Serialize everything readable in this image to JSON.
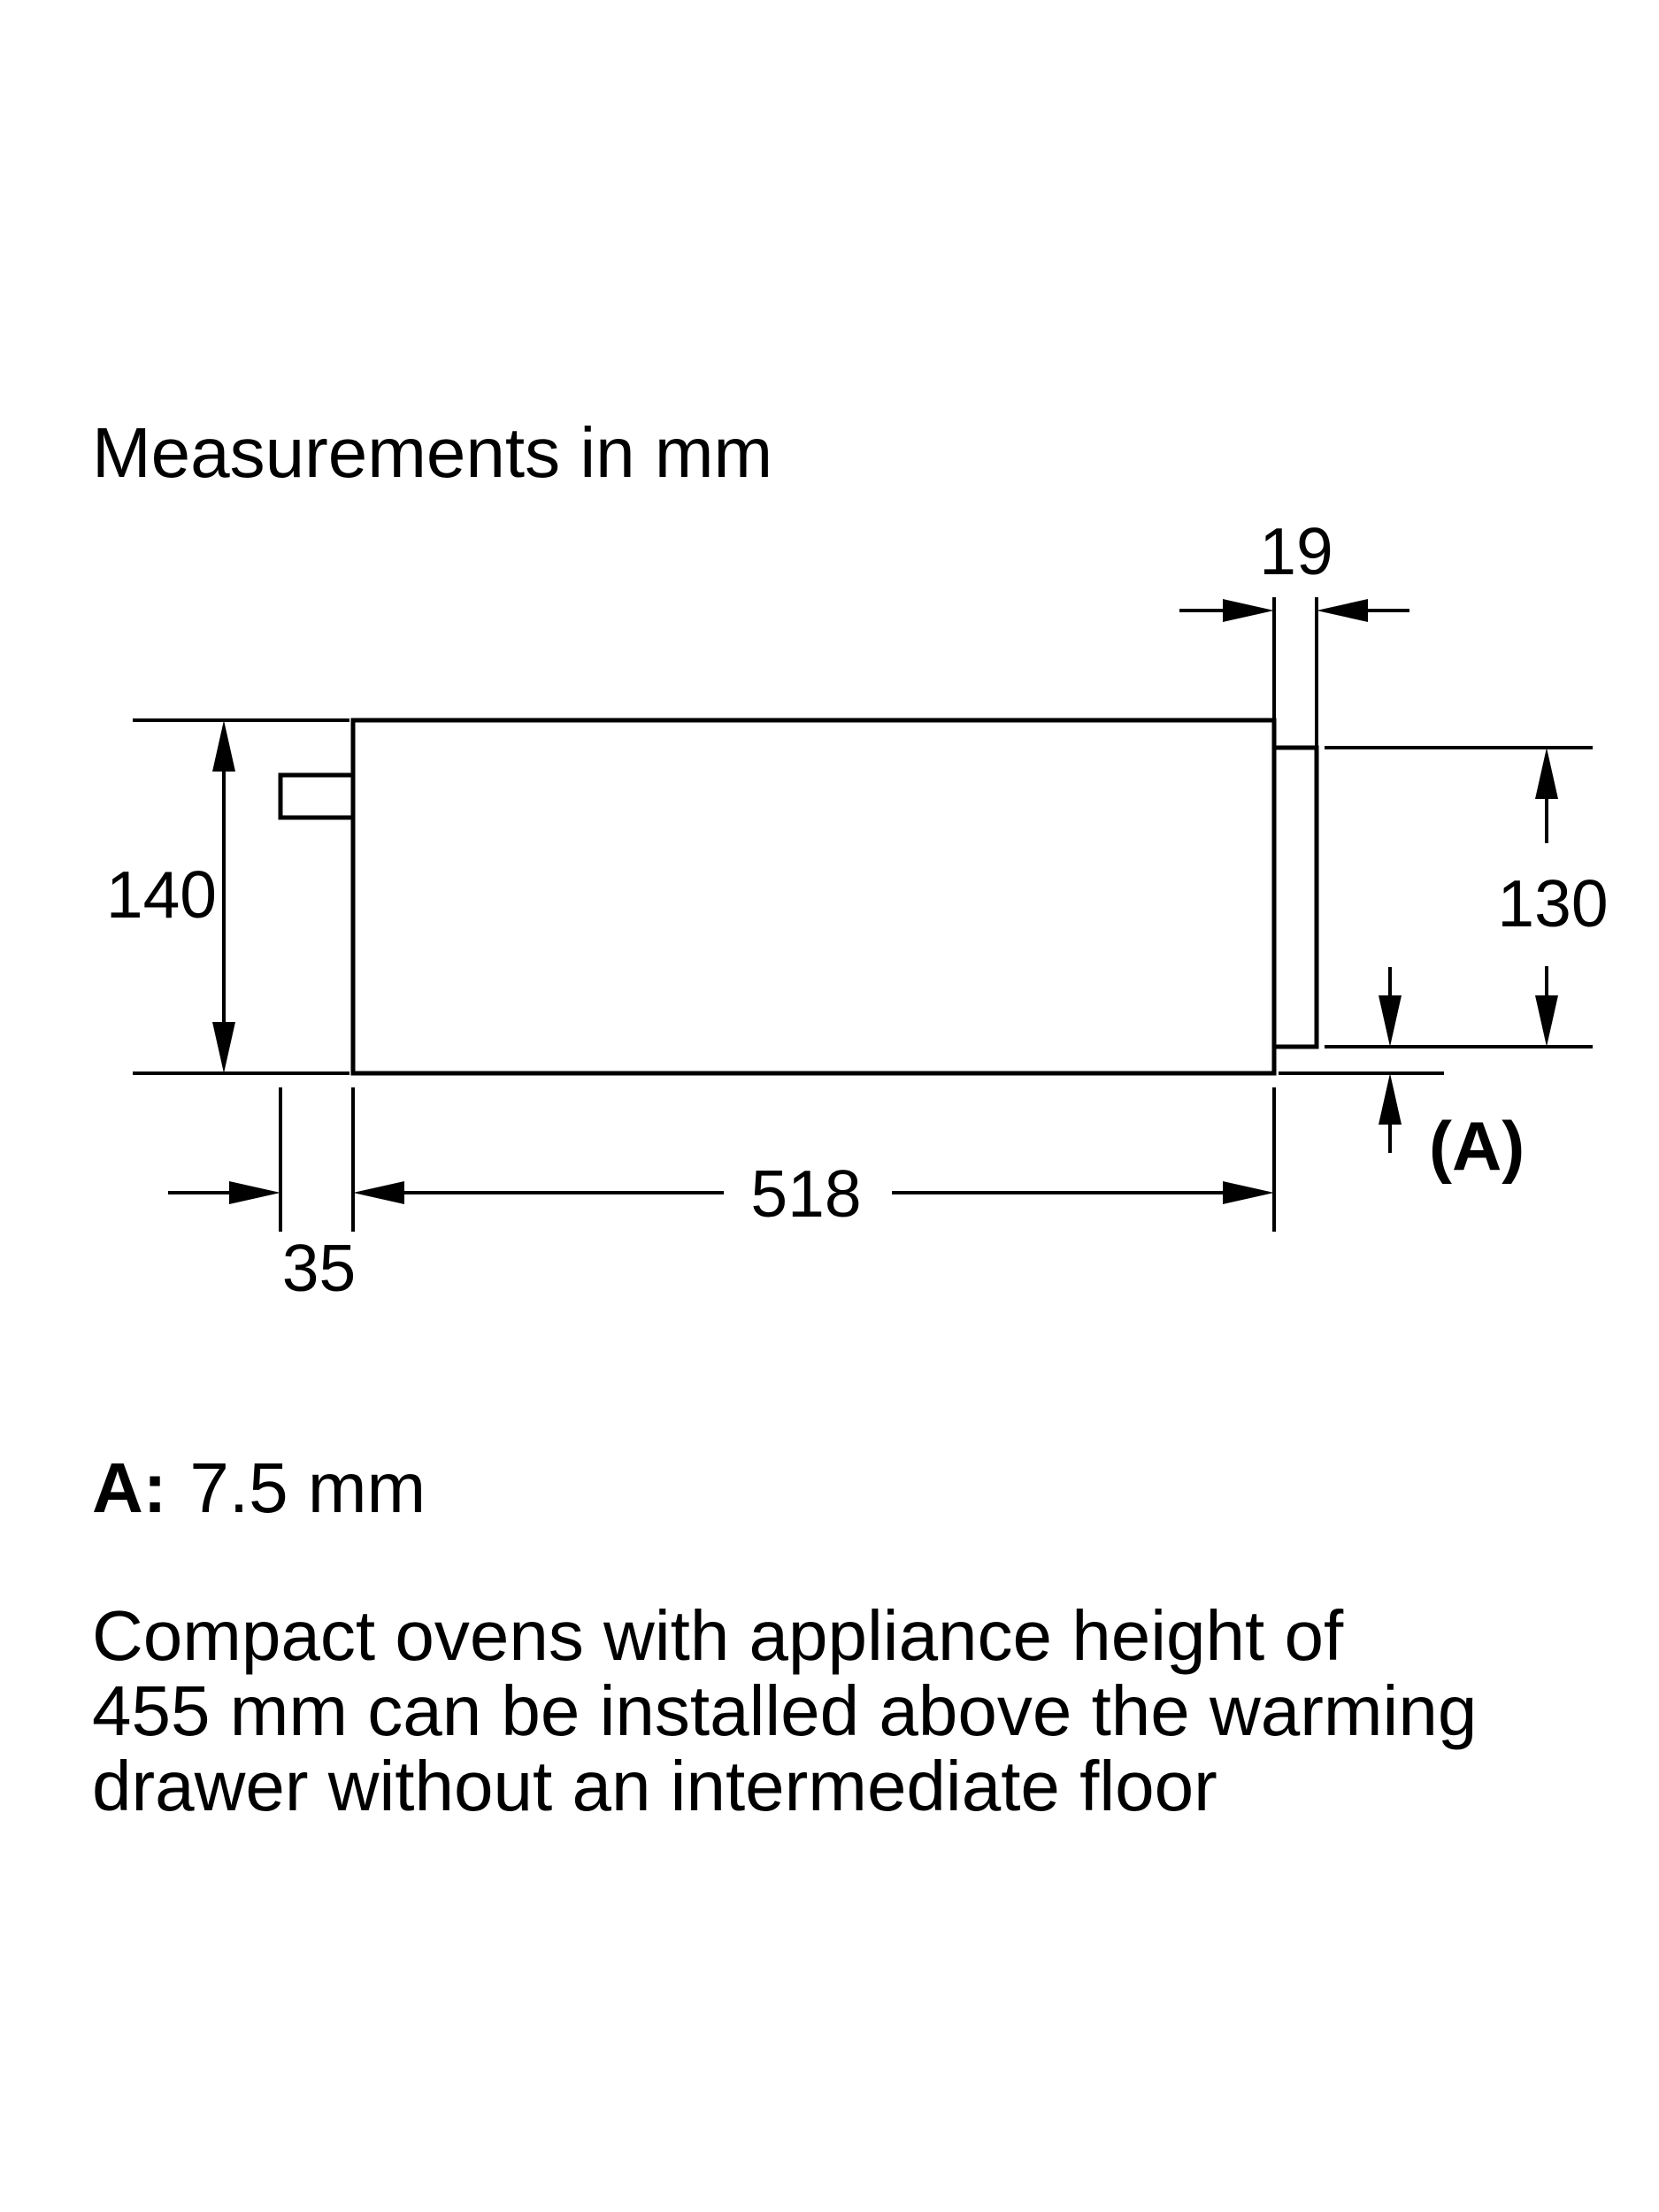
{
  "page": {
    "title": "Measurements in mm",
    "legend_label": "A:",
    "legend_value": "7.5 mm",
    "note_line1": "Compact ovens with appliance height of",
    "note_line2": "455 mm can be installed above the warming",
    "note_line3": "drawer without an intermediate floor"
  },
  "diagram": {
    "dim_top_inset": "19",
    "dim_body_height": "140",
    "dim_plug_depth": "35",
    "dim_body_depth": "518",
    "dim_front_height": "130",
    "dim_gap_label": "(A)",
    "line_color": "#000000",
    "background_color": "#ffffff"
  }
}
